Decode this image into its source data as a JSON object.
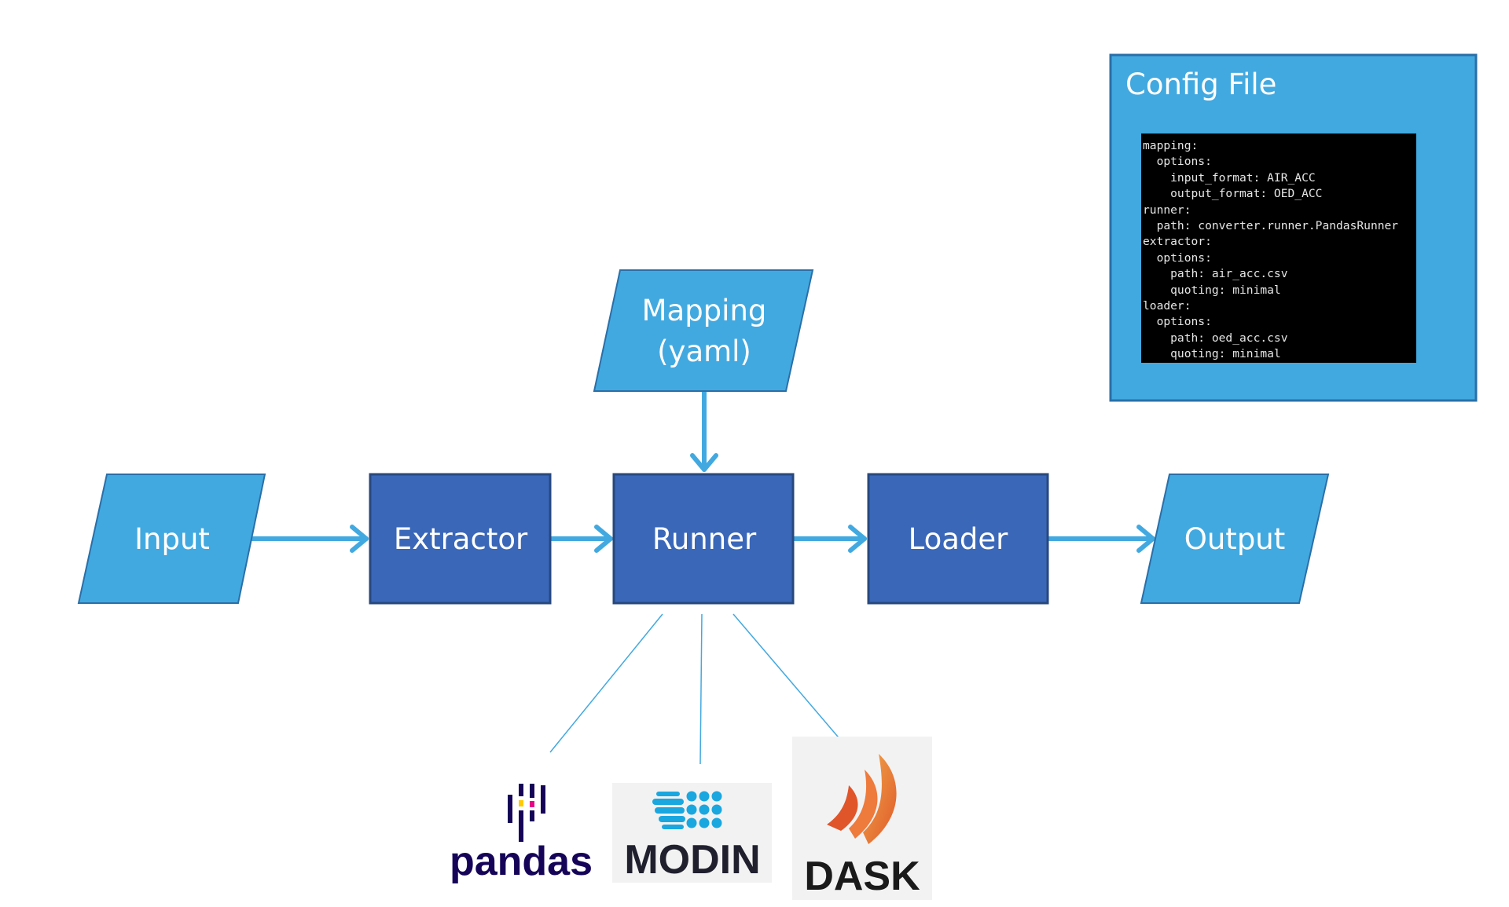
{
  "config": {
    "title": "Config File",
    "code": "mapping:\n  options:\n    input_format: AIR_ACC\n    output_format: OED_ACC\nrunner:\n  path: converter.runner.PandasRunner\nextractor:\n  options:\n    path: air_acc.csv\n    quoting: minimal\nloader:\n  options:\n    path: oed_acc.csv\n    quoting: minimal"
  },
  "nodes": {
    "mapping_line1": "Mapping",
    "mapping_line2": "(yaml)",
    "input": "Input",
    "extractor": "Extractor",
    "runner": "Runner",
    "loader": "Loader",
    "output": "Output"
  },
  "logos": {
    "pandas": "pandas",
    "modin": "MODIN",
    "dask": "DASK"
  },
  "colors": {
    "light_blue": "#42a9e0",
    "dark_blue": "#3a67b8",
    "border": "#2a5a8c",
    "arrow": "#42a9e0"
  }
}
